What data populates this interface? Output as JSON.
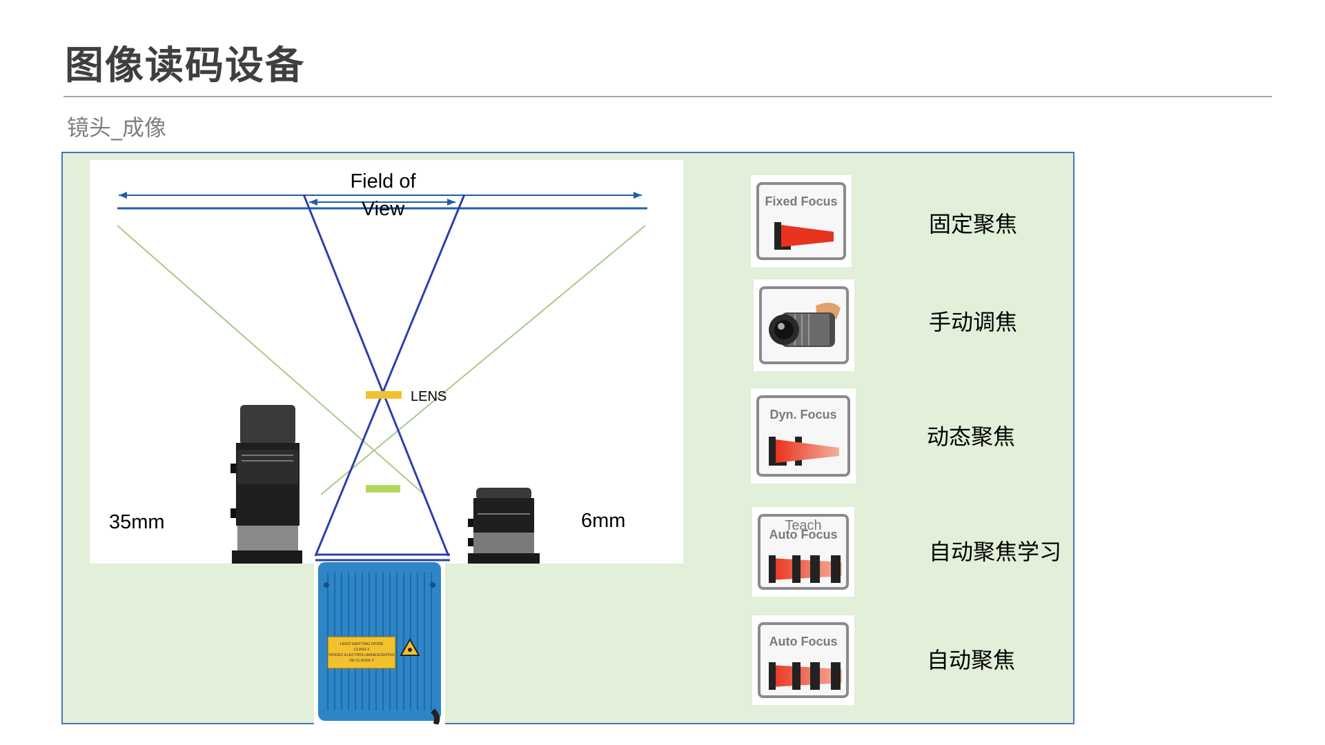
{
  "slide": {
    "title": "图像读码设备",
    "subtitle": "镜头_成像"
  },
  "diagram": {
    "fov_label_line1": "Field of",
    "fov_label_line2": "View",
    "lens_label": "LENS",
    "left_lens_label": "35mm",
    "right_lens_label": "6mm",
    "scanner_warning_lines": [
      "LIGHT EMITTING DIODE",
      "CLASS 2",
      "DIODES ELECTROLUMINESCENTES",
      "DE CLASSE 2"
    ]
  },
  "focus_modes": [
    {
      "icon_caption": "Fixed Focus",
      "label": "固定聚焦"
    },
    {
      "icon_caption": "",
      "label": "手动调焦"
    },
    {
      "icon_caption": "Dyn. Focus",
      "label": "动态聚焦"
    },
    {
      "icon_caption_line1": "Teach",
      "icon_caption": "Auto Focus",
      "label": "自动聚焦学习"
    },
    {
      "icon_caption": "Auto Focus",
      "label": "自动聚焦"
    }
  ],
  "colors": {
    "panel_bg": "#e2efd9",
    "panel_border": "#4a72b8",
    "fov_blue": "#2b3fae",
    "wide_green": "#a9c98a",
    "lens_yellow": "#f2c12e",
    "focus_red": "#e8331f",
    "scanner_blue": "#2e86c8"
  }
}
